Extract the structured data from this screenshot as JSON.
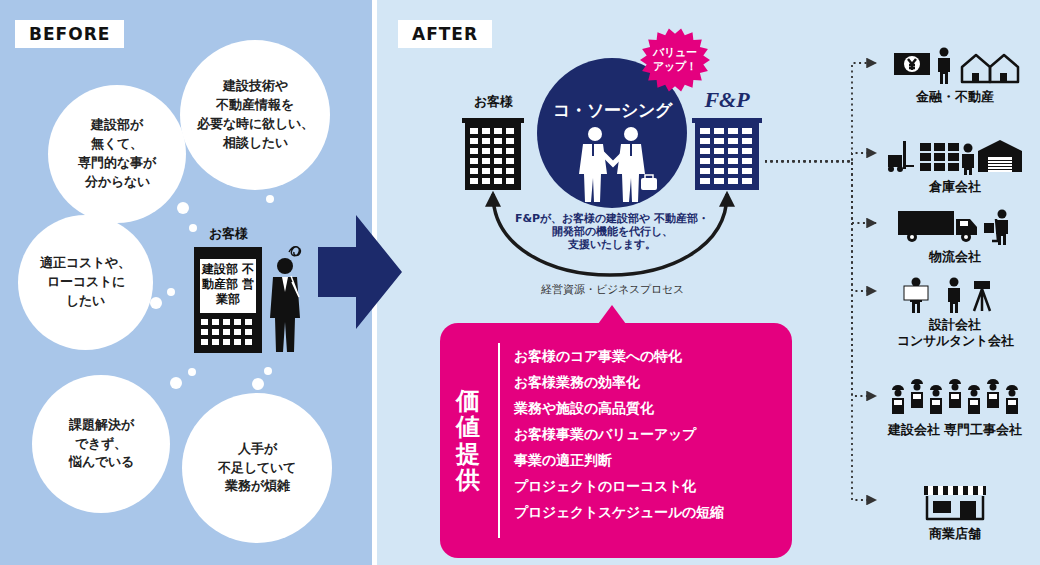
{
  "diagram": {
    "nodes": [
      {
        "text": [
          "建設技術や 不動産情報を 必要な時に欲しい、 相談したい"
        ]
      },
      {
        "text": [
          "建設部が 無くて、 専門的な事が 分からない"
        ]
      },
      {
        "text": [
          "適正コストや、 ローコストに したい"
        ]
      },
      {
        "text": [
          "お客様",
          "建設部 不動産部 営業部"
        ]
      },
      {
        "text": [
          "課題解決が できず、 悩んでいる"
        ]
      },
      {
        "text": [
          "人手が 不足していて 業務が煩雑"
        ]
      },
      {
        "text": [
          "お客様"
        ]
      },
      {
        "text": [
          "コ・ソーシング"
        ]
      },
      {
        "text": [
          "バリュー アップ！"
        ]
      },
      {
        "text": [
          "F&P"
        ]
      },
      {
        "text": [
          "価値提供",
          "お客様のコア事業への特化",
          "お客様業務の効率化",
          "業務や施設の高品質化",
          "お客様事業のバリューアップ",
          "事業の適正判断",
          "プロジェクトのローコスト化",
          "プロジェクトスケジュールの短縮"
        ]
      },
      {
        "text": [
          "金融・不動産"
        ]
      },
      {
        "text": [
          "倉庫会社"
        ]
      },
      {
        "text": [
          "物流会社"
        ]
      },
      {
        "text": [
          "設計会社 コンサルタント会社"
        ]
      },
      {
        "text": [
          "建設会社 専門工事会社"
        ]
      },
      {
        "text": [
          "商業店舗"
        ]
      }
    ],
    "edges": [
      {
        "from": 9,
        "to": 6,
        "arrow": "both"
      },
      {
        "from": 9,
        "to": 11,
        "arrow": "to"
      },
      {
        "from": 9,
        "to": 12,
        "arrow": "to"
      },
      {
        "from": 9,
        "to": 13,
        "arrow": "to"
      },
      {
        "from": 9,
        "to": 14,
        "arrow": "to"
      },
      {
        "from": 9,
        "to": 15,
        "arrow": "to"
      },
      {
        "from": 9,
        "to": 16,
        "arrow": "to"
      }
    ],
    "labels": [
      "BEFORE",
      "AFTER",
      "F&Pが、お客様の建設部や 不動産部・開発部の機能を代行し、 支援いたします。",
      "経営資源・ビジネスプロセス"
    ]
  }
}
